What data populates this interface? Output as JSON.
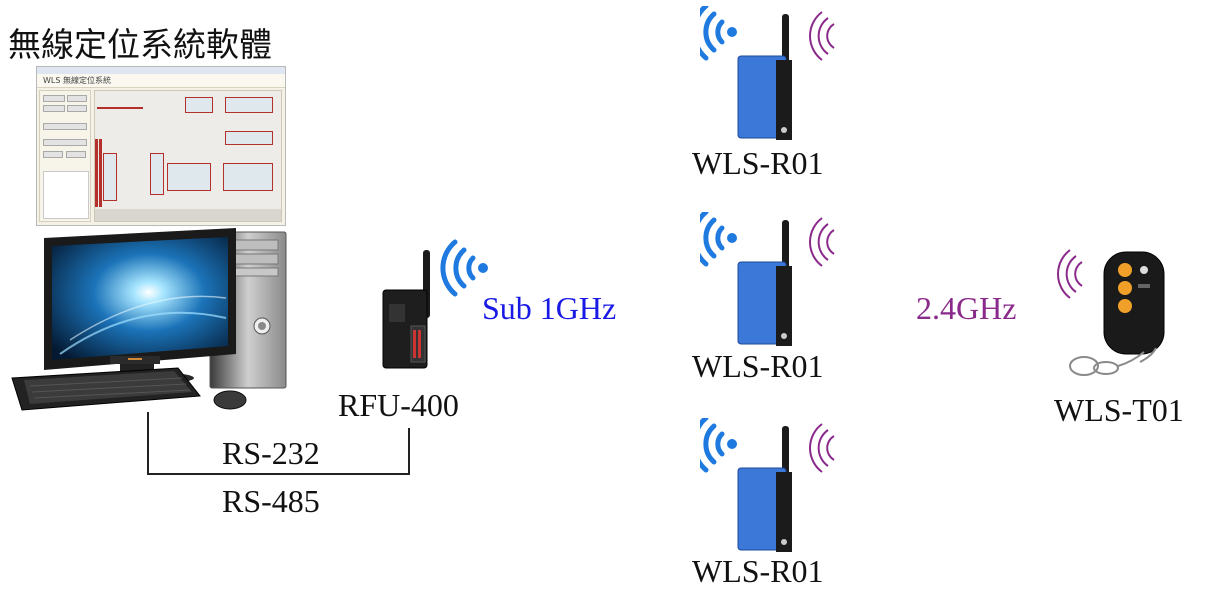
{
  "title": "無線定位系統軟體",
  "software": {
    "window_title": "WLS 無線定位系統"
  },
  "links": {
    "wired_line1": "RS-232",
    "wired_line2": "RS-485",
    "sub1ghz": "Sub 1GHz",
    "ghz24": "2.4GHz"
  },
  "devices": {
    "rfu": "RFU-400",
    "receivers": [
      "WLS-R01",
      "WLS-R01",
      "WLS-R01"
    ],
    "tag": "WLS-T01"
  },
  "colors": {
    "sub1ghz": "#1a1ae6",
    "ghz24": "#8a2a8a",
    "wifi_blue": "#1f7ae0",
    "device_blue": "#3c78d8"
  }
}
